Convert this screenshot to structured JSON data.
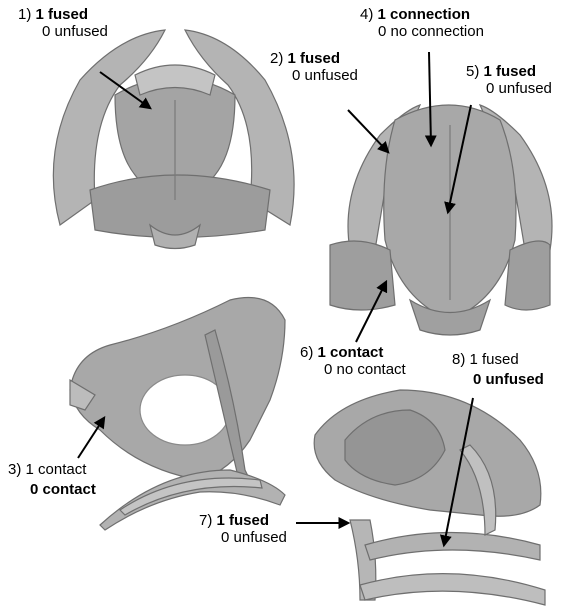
{
  "labels": {
    "l1": {
      "num": "1)",
      "bold": "1 fused",
      "alt": "0 unfused"
    },
    "l2": {
      "num": "2)",
      "bold": "1 fused",
      "alt": "0 unfused"
    },
    "l3": {
      "first": "3) 1 contact",
      "bold": "0 contact"
    },
    "l4": {
      "num": "4)",
      "bold": "1 connection",
      "alt": "0 no connection"
    },
    "l5": {
      "num": "5)",
      "bold": "1 fused",
      "alt": "0 unfused"
    },
    "l6": {
      "num": "6)",
      "bold": "1 contact",
      "alt": "0 no contact"
    },
    "l7": {
      "num": "7)",
      "bold": "1 fused",
      "alt": "0 unfused"
    },
    "l8": {
      "first": "8) 1 fused",
      "bold": "0 unfused"
    }
  },
  "colors": {
    "bone": "#a8a8a8",
    "bone_dark": "#6f6f6f",
    "bone_light": "#c9c9c9",
    "arrow": "#000000"
  }
}
